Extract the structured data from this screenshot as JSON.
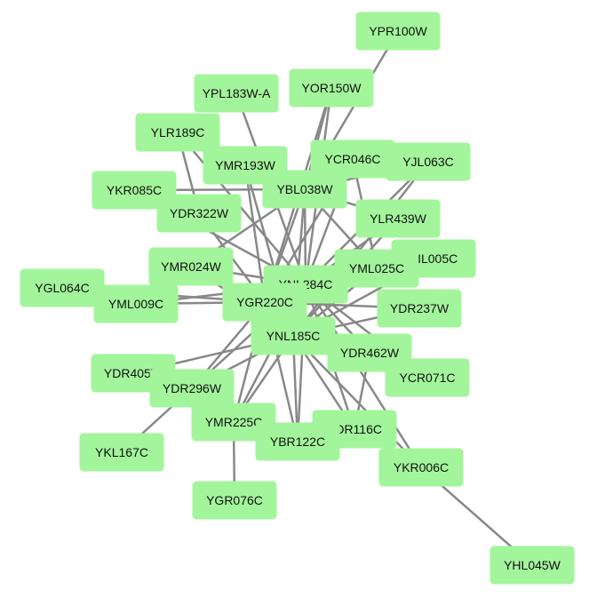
{
  "graph": {
    "colors": {
      "node_fill": "#a3f59b",
      "edge": "#888888",
      "label": "#111111",
      "background": "#ffffff"
    },
    "nodes": [
      "YPR100W",
      "YOR150W",
      "YPL183W-A",
      "YLR189C",
      "YMR193W",
      "YCR046C",
      "YJL063C",
      "YKR085C",
      "YBL038W",
      "YDR322W",
      "YLR439W",
      "YIL005C",
      "YMR024W",
      "YML025C",
      "YNL284C",
      "YGL064C",
      "YML009C",
      "YGR220C",
      "YDR237W",
      "YNL185C",
      "YDR462W",
      "YDR405W",
      "YCR071C",
      "YDR296W",
      "YMR225C",
      "YDR116C",
      "YBR122C",
      "YKL167C",
      "YKR006C",
      "YGR076C",
      "YHL045W"
    ],
    "edges": [
      [
        "YPR100W",
        "YBL038W"
      ],
      [
        "YOR150W",
        "YBL038W"
      ],
      [
        "YOR150W",
        "YNL284C"
      ],
      [
        "YOR150W",
        "YGR220C"
      ],
      [
        "YPL183W-A",
        "YNL284C"
      ],
      [
        "YLR189C",
        "YDR322W"
      ],
      [
        "YLR189C",
        "YNL284C"
      ],
      [
        "YMR193W",
        "YNL185C"
      ],
      [
        "YMR193W",
        "YGR220C"
      ],
      [
        "YCR046C",
        "YNL284C"
      ],
      [
        "YCR046C",
        "YGR220C"
      ],
      [
        "YCR046C",
        "YML025C"
      ],
      [
        "YJL063C",
        "YBL038W"
      ],
      [
        "YJL063C",
        "YNL284C"
      ],
      [
        "YJL063C",
        "YNL185C"
      ],
      [
        "YKR085C",
        "YBL038W"
      ],
      [
        "YKR085C",
        "YNL284C"
      ],
      [
        "YBL038W",
        "YNL284C"
      ],
      [
        "YBL038W",
        "YNL185C"
      ],
      [
        "YBL038W",
        "YML025C"
      ],
      [
        "YBL038W",
        "YMR024W"
      ],
      [
        "YDR322W",
        "YGR220C"
      ],
      [
        "YLR439W",
        "YNL284C"
      ],
      [
        "YLR439W",
        "YNL185C"
      ],
      [
        "YLR439W",
        "YBL038W"
      ],
      [
        "YIL005C",
        "YNL284C"
      ],
      [
        "YIL005C",
        "YNL185C"
      ],
      [
        "YMR024W",
        "YNL284C"
      ],
      [
        "YMR024W",
        "YNL185C"
      ],
      [
        "YML025C",
        "YNL185C"
      ],
      [
        "YML025C",
        "YNL284C"
      ],
      [
        "YML025C",
        "YGR220C"
      ],
      [
        "YGL064C",
        "YGR220C"
      ],
      [
        "YML009C",
        "YNL284C"
      ],
      [
        "YML009C",
        "YGR220C"
      ],
      [
        "YGR220C",
        "YNL185C"
      ],
      [
        "YGR220C",
        "YDR237W"
      ],
      [
        "YNL185C",
        "YDR237W"
      ],
      [
        "YNL185C",
        "YDR462W"
      ],
      [
        "YNL185C",
        "YCR071C"
      ],
      [
        "YNL185C",
        "YDR405W"
      ],
      [
        "YNL185C",
        "YDR296W"
      ],
      [
        "YNL185C",
        "YMR225C"
      ],
      [
        "YNL185C",
        "YDR116C"
      ],
      [
        "YNL185C",
        "YBR122C"
      ],
      [
        "YNL185C",
        "YKR006C"
      ],
      [
        "YNL284C",
        "YDR462W"
      ],
      [
        "YNL284C",
        "YDR116C"
      ],
      [
        "YNL284C",
        "YMR225C"
      ],
      [
        "YNL284C",
        "YBR122C"
      ],
      [
        "YNL284C",
        "YDR296W"
      ],
      [
        "YNL284C",
        "YCR071C"
      ],
      [
        "YNL284C",
        "YKR006C"
      ],
      [
        "YGR220C",
        "YDR296W"
      ],
      [
        "YGR220C",
        "YDR462W"
      ],
      [
        "YGR220C",
        "YBR122C"
      ],
      [
        "YGR220C",
        "YMR225C"
      ],
      [
        "YDR296W",
        "YKL167C"
      ],
      [
        "YMR225C",
        "YGR076C"
      ],
      [
        "YKR006C",
        "YHL045W"
      ],
      [
        "YBL038W",
        "YGR220C"
      ],
      [
        "YDR462W",
        "YDR116C"
      ]
    ]
  }
}
